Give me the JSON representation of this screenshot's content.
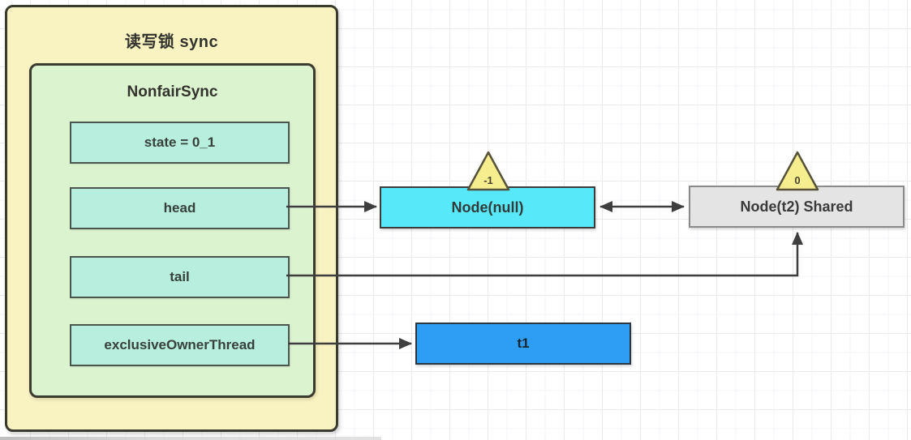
{
  "diagram": {
    "sync_container": {
      "title": "读写锁 sync",
      "fill": "#f9f2c1"
    },
    "nonfair_sync": {
      "title": "NonfairSync",
      "fill": "#dcf3d0",
      "field_fill": "#b7eedd",
      "fields": [
        {
          "label": "state = 0_1"
        },
        {
          "label": "head"
        },
        {
          "label": "tail"
        },
        {
          "label": "exclusiveOwnerThread"
        }
      ]
    },
    "queue_nodes": [
      {
        "label": "Node(null)",
        "wait_status": "-1",
        "fill": "#57e9fa"
      },
      {
        "label": "Node(t2) Shared",
        "wait_status": "0",
        "fill": "#e4e4e4"
      }
    ],
    "thread_box": {
      "label": "t1",
      "fill": "#2d9ef3"
    },
    "badge_fill": "#f6ee8e",
    "arrow_color": "#3e3e3e",
    "arrows": [
      {
        "name": "head-to-node-null"
      },
      {
        "name": "node-null-node-t2-bidirectional"
      },
      {
        "name": "tail-to-node-t2"
      },
      {
        "name": "exclusive-owner-thread-to-t1"
      }
    ]
  }
}
